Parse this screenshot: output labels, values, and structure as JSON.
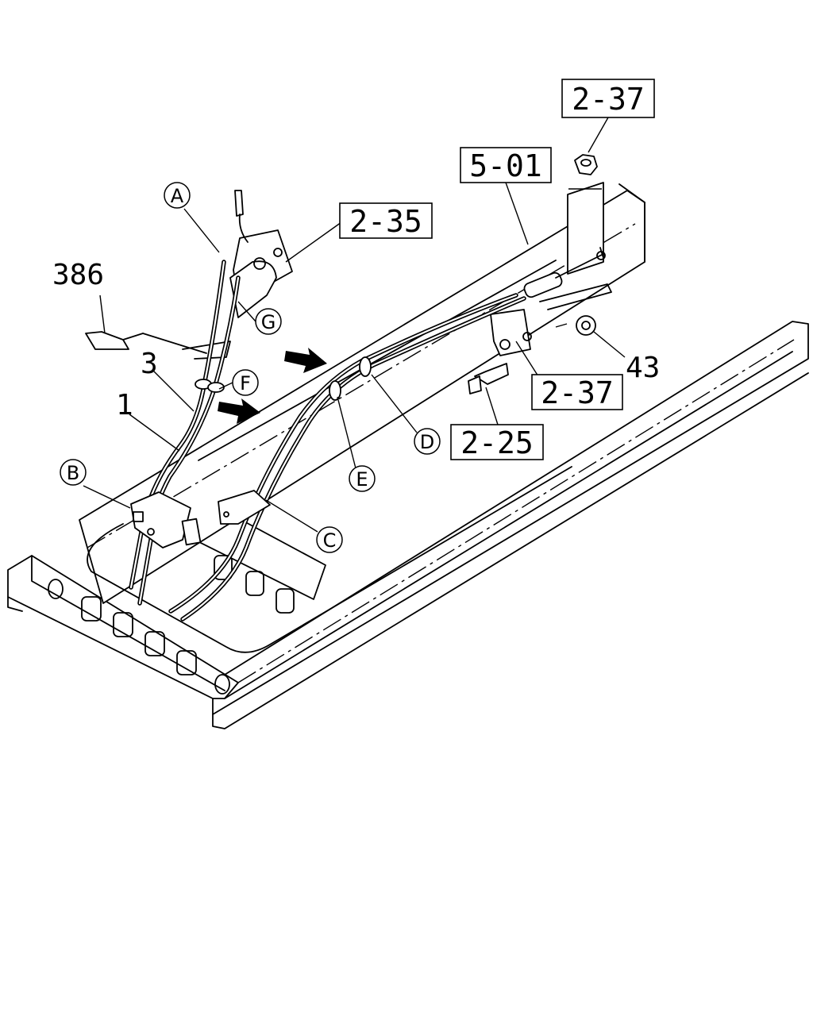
{
  "part_refs": [
    {
      "id": "ref-2-37-top",
      "label": "2-37"
    },
    {
      "id": "ref-5-01",
      "label": "5-01"
    },
    {
      "id": "ref-2-35",
      "label": "2-35"
    },
    {
      "id": "ref-2-37-right",
      "label": "2-37"
    },
    {
      "id": "ref-2-25",
      "label": "2-25"
    }
  ],
  "part_numbers": [
    {
      "id": "num-386",
      "label": "386"
    },
    {
      "id": "num-3",
      "label": "3"
    },
    {
      "id": "num-1",
      "label": "1"
    },
    {
      "id": "num-43",
      "label": "43"
    }
  ],
  "callouts": [
    {
      "id": "callout-a",
      "label": "A"
    },
    {
      "id": "callout-b",
      "label": "B"
    },
    {
      "id": "callout-c",
      "label": "C"
    },
    {
      "id": "callout-d",
      "label": "D"
    },
    {
      "id": "callout-e",
      "label": "E"
    },
    {
      "id": "callout-f",
      "label": "F"
    },
    {
      "id": "callout-g",
      "label": "G"
    }
  ]
}
